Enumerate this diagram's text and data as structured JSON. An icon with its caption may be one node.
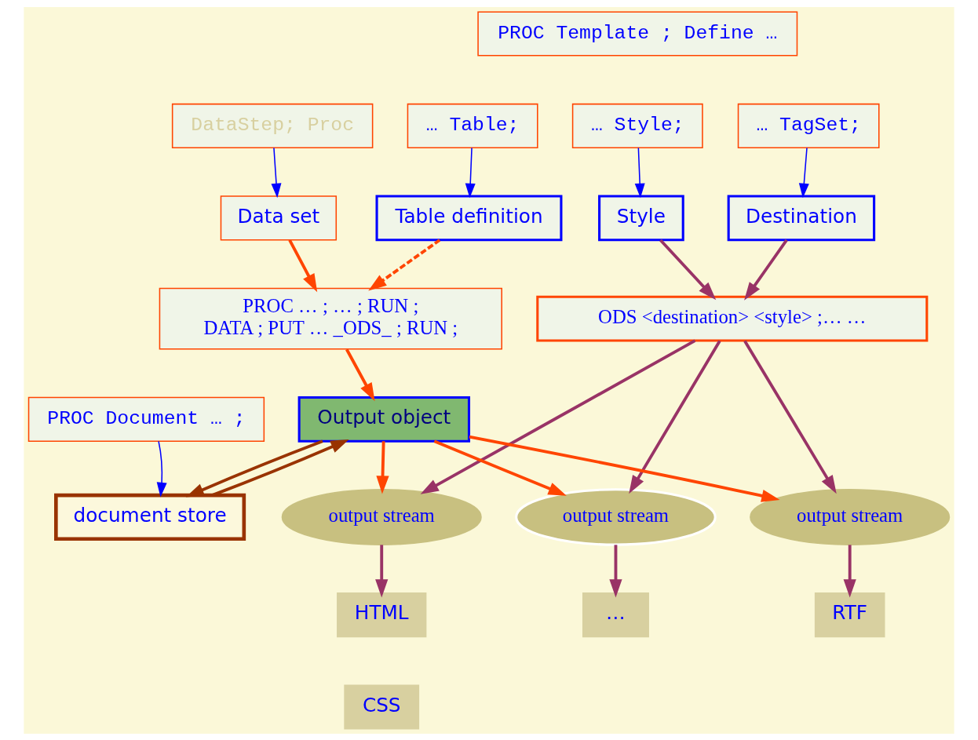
{
  "diagram": {
    "nodes": [
      {
        "text": [
          "PROC Template ; Define …"
        ]
      },
      {
        "text": [
          "… TagSet;"
        ]
      },
      {
        "text": [
          "… Style;"
        ]
      },
      {
        "text": [
          "… Table;"
        ]
      },
      {
        "text": [
          "DataStep; Proc"
        ]
      },
      {
        "text": [
          "Destination"
        ]
      },
      {
        "text": [
          "Style"
        ]
      },
      {
        "text": [
          "Table definition"
        ]
      },
      {
        "text": [
          "Data set"
        ]
      },
      {
        "text": [
          "ODS <destination> <style> ;… …"
        ]
      },
      {
        "text": [
          "PROC … ; … ; RUN ;",
          "DATA ; PUT … _ODS_ ; RUN ;"
        ]
      },
      {
        "text": [
          "Output object"
        ]
      },
      {
        "text": [
          "document store"
        ]
      },
      {
        "text": [
          "output stream"
        ]
      },
      {
        "text": [
          "output stream"
        ]
      },
      {
        "text": [
          "output stream"
        ]
      },
      {
        "text": [
          "PROC Document … ;"
        ]
      },
      {
        "text": [
          "RTF"
        ]
      },
      {
        "text": [
          "HTML"
        ]
      },
      {
        "text": [
          "CSS"
        ]
      },
      {
        "text": [
          "…"
        ]
      }
    ],
    "edges": [
      {
        "from": 1,
        "to": 5,
        "arrow": "to",
        "color": "#0000ff"
      },
      {
        "from": 2,
        "to": 6,
        "arrow": "to",
        "color": "#0000ff"
      },
      {
        "from": 3,
        "to": 7,
        "arrow": "to",
        "color": "#0000ff"
      },
      {
        "from": 4,
        "to": 8,
        "arrow": "to",
        "color": "#0000ff"
      },
      {
        "from": 5,
        "to": 9,
        "arrow": "to"
      },
      {
        "from": 6,
        "to": 9,
        "arrow": "to"
      },
      {
        "from": 7,
        "to": 10,
        "arrow": "to",
        "style": "dashed",
        "color": "#ff4500"
      },
      {
        "from": 8,
        "to": 10,
        "arrow": "to",
        "color": "#ff4500"
      },
      {
        "from": 10,
        "to": 11,
        "arrow": "to",
        "color": "#ff4500"
      },
      {
        "from": 11,
        "to": 12,
        "arrow": "to",
        "color": "#993300"
      },
      {
        "from": 12,
        "to": 11,
        "arrow": "to",
        "color": "#993300"
      },
      {
        "from": 16,
        "to": 12,
        "arrow": "to",
        "color": "#0000ff"
      },
      {
        "from": 9,
        "to": 13,
        "arrow": "to"
      },
      {
        "from": 9,
        "to": 14,
        "arrow": "to"
      },
      {
        "from": 9,
        "to": 15,
        "arrow": "to"
      },
      {
        "from": 11,
        "to": 13,
        "arrow": "to",
        "color": "#ff4500"
      },
      {
        "from": 11,
        "to": 14,
        "arrow": "to",
        "color": "#ff4500"
      },
      {
        "from": 11,
        "to": 15,
        "arrow": "to",
        "color": "#ff4500"
      },
      {
        "from": 13,
        "to": 17,
        "arrow": "to"
      },
      {
        "from": 14,
        "to": 18,
        "arrow": "to"
      },
      {
        "from": 15,
        "to": 20,
        "arrow": "to"
      }
    ]
  }
}
